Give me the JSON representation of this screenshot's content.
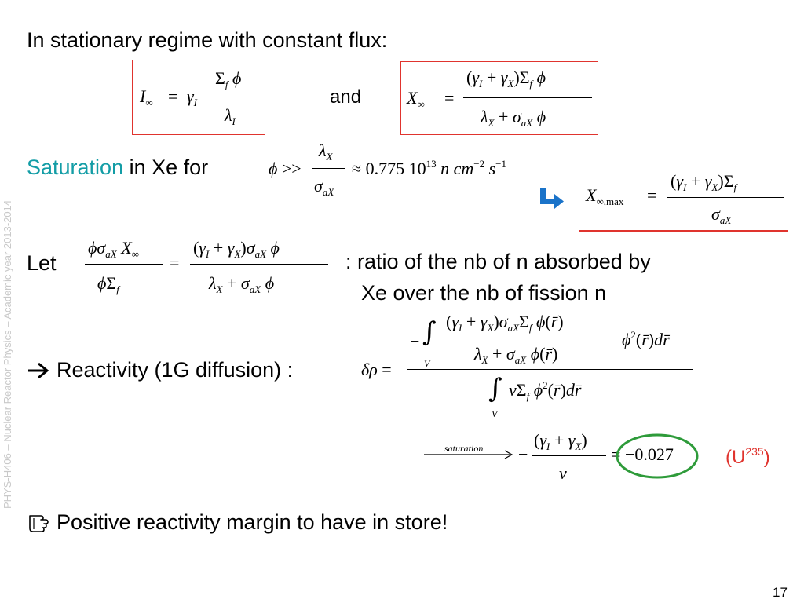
{
  "side_text": "PHYS-H406 – Nuclear Reactor Physics – Academic year 2013-2014",
  "heading": "In stationary regime with constant flux:",
  "and_label": "and",
  "saturation_word": "Saturation",
  "saturation_rest": "in Xe for",
  "saturation_value": "≈ 0.775 10",
  "saturation_exp": "13",
  "let_label": "Let",
  "ratio_line1": ": ratio of the nb of n absorbed by",
  "ratio_line2": "Xe over the nb of fission n",
  "reactivity_label": "Reactivity (1G diffusion) :",
  "saturation_arrow_label": "saturation",
  "result_value": "−0.027",
  "u235_label": "(U",
  "u235_sup": "235",
  "u235_close": ")",
  "conclusion": "Positive reactivity margin to have in store!",
  "page_number": "17",
  "icons": {
    "bullet_arrow": "right-arrow-icon",
    "pointing_hand": "pointing-hand-icon",
    "curved_arrow": "curved-arrow-icon"
  },
  "colors": {
    "accent_teal": "#139da6",
    "box_red": "#e0342e",
    "circle_green": "#2e9b3a",
    "side_gray": "#c9c9c9",
    "arrow_blue": "#1a73c9"
  }
}
